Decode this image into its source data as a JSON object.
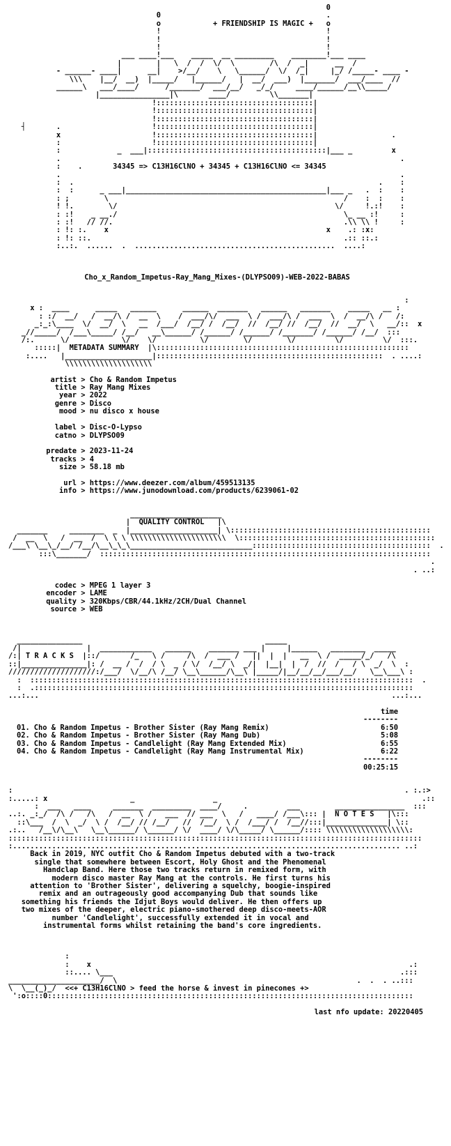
{
  "header": {
    "art": "                                                                         0\n                                  0                                      .\n                                  o            + FRIENDSHIP IS MAGIC +   o\n                                  !                                      !\n                                  !                                      !\n                                  !                                      !\n                          ___ ____!___    _____  __ _________    ________!___ ____\n                         |        |   \\  /  /  \\/  \\        /\\  /  _|      __  /\n           - ______- ____|      __|    >/__/    \\   \\______/  \\/  /_|     |_/ /_____- ____ -\n              \\\\\\    |__/  __)  |_____/   |______/   |  __/  ___)  |_______/  ___/____  //\n           ______\\   ___/____/      /_______/  ___/__/   _/_/     ____/______/__\\\\_____/\n                    |________________|\\       ____/         \\\\_______|\n                                 !::::::::::::::::::::::::::::::::::::|\n                                 !::::::::::::::::::::::::::::::::::::|\n                                 !::::::::::::::::::::::::::::::::::::|\n   ┤       .                     !::::::::::::::::::::::::::::::::::::|\n           x                     !::::::::::::::::::::::::::::::::::::|                 .\n           :                     !::::::::::::::::::::::::::::::::::::|\n           :             _  ___|:::::::::::::::::::::::::::::::::::::::::|___ _         x\n           .                                                                              .\n           :    .       34345 => C13H16ClNO + 34345 + C13H16ClNO <= 34345\n           .                                                                              .\n           :  .                                                                      .    :\n           :  :      _ ___|______________________________________________|___ _   .  :    :\n           : ;        \\                                                      /    :  :    :\n           ! !.        \\/                                                  \\/     !.:!    :\n           : :!    _ __./                                                    \\_ __ :!     :\n           : :!   // //.                                                     .\\\\ \\\\ !     :\n           : !: :.    x                                                  x    .: :x:\n           : !: ::.                                                          .:: ::.:\n           :..:.  ......  .  ..............................................  ....:\n",
    "release_name": "Cho_x_Random_Impetus-Ray_Mang_Mixes-(DLYPSO09)-WEB-2022-BABAS"
  },
  "metadata": {
    "art": "                                                                                           :\n     x :  ____      _____   ______      ______  _______   ______   _______    _____   __ :\n       : :/  __/   /  __/\\ /  __  \\    /  ___/\\/  ___  \\ /  ___/\\ /  ___  \\  /  __/\\ /   /:\n      _:_:\\____  \\/  __/  \\   __  /___/  /__/ /  /__/  //  /__/ //  /__/  //  __/  \\   __/::  x\n   _//_____/  /___\\_____/ /__/   __\\______/ /______/ /______/ /_______/ /______/ /__/  :::\n   /:.      \\/            \\/    \\/          \\/        \\/        \\/         \\/         \\/  :::.\n      :::::|  METADATA SUMMARY  |\\::::::::::::::::::::::::::::::::::::::::::::::::::::::::::\n    :....   |____________________|::::::::::::::::::::::::::::::::::::::::::::::::::::  . ....:\n             \\\\\\\\\\\\\\\\\\\\\\\\\\\\\\\\\\\\\\\\\n",
    "section_title": "METADATA SUMMARY",
    "fields": [
      {
        "key": "artist",
        "value": "Cho & Random Impetus"
      },
      {
        "key": "title",
        "value": "Ray Mang Mixes"
      },
      {
        "key": "year",
        "value": "2022"
      },
      {
        "key": "genre",
        "value": "Disco"
      },
      {
        "key": "mood",
        "value": "nu disco x house"
      },
      {
        "key": "",
        "value": ""
      },
      {
        "key": "label",
        "value": "Disc-O-Lypso"
      },
      {
        "key": "catno",
        "value": "DLYPSO09"
      },
      {
        "key": "",
        "value": ""
      },
      {
        "key": "predate",
        "value": "2023-11-24"
      },
      {
        "key": "tracks",
        "value": "4"
      },
      {
        "key": "size",
        "value": "58.18 mb"
      },
      {
        "key": "",
        "value": ""
      },
      {
        "key": "url",
        "value": "https://www.deezer.com/album/459513135"
      },
      {
        "key": "info",
        "value": "https://www.junodownload.com/products/6239061-02"
      }
    ]
  },
  "quality": {
    "art": "                            _____________________\n                           |  QUALITY CONTROL   |\\\n  _______     ________  _  |____________________| \\::::::::::::::::::::::::::::::::::::::::::::::\n /  __  \\   /  __  /  \\ \\ \\ \\\\\\\\\\\\\\\\\\\\\\\\\\\\\\\\\\\\\\\\\\\\  \\:::::::::::::::::::::::::::::::::::::::::::::\n/___\\ \\__\\_/__/ /__/\\__\\_\\_\\____________________________:::::::::::::::::::::::::::::::::::::::::  .\n       :::\\_______/  ::::::::::::::::::::::::::::::::::::::::::::::::::::::::::::::::::::::::::::\n                                                                                                 .\n                                                                                             . ..:\n",
    "section_title": "QUALITY CONTROL",
    "fields": [
      {
        "key": "codec",
        "value": "MPEG 1 layer 3"
      },
      {
        "key": "encoder",
        "value": "LAME"
      },
      {
        "key": "quality",
        "value": "320Kbps/CBR/44.1kHz/2CH/Dual Channel"
      },
      {
        "key": "source",
        "value": "WEB"
      }
    ]
  },
  "tracks": {
    "art": "  _______________                                          _____\n /|               |  ____________   ______    _______ ___ |     |______   ________  _____\n/:| T R A C K S  |::/       /_   \\ /     /\\  /  ___ /   ||  |  |   __  \\ /  _____/_/   /\\\n::|_______________|: /  __ /  /  / \\  _ / \\/  /__/ \\  _/|  |__|  |  /  //  /   / \\  _/  \\  :\n////////////////////:/___/  \\/__/\\ /__/ \\__\\______/\\__\\ |_____/|__/__/__/___/__/   \\__\\___\\ :\n  :  ::::::::::::::::::::::::::::::::::::::::::::::::::::::::::::::::::::::::::::::::::::::::  .\n  :  .:::::::::::::::::::::::::::::::::::::::::::::::::::::::::::::::::::::::::::::::::::::::\n...:...                                                                                 ...:...\n",
    "time_header": "time",
    "time_rule": "--------",
    "items": [
      {
        "num": "01.",
        "name": "Cho & Random Impetus - Brother Sister (Ray Mang Remix)",
        "time": "6:50"
      },
      {
        "num": "02.",
        "name": "Cho & Random Impetus - Brother Sister (Ray Mang Dub)",
        "time": "5:08"
      },
      {
        "num": "03.",
        "name": "Cho & Random Impetus - Candlelight (Ray Mang Extended Mix)",
        "time": "6:55"
      },
      {
        "num": "04.",
        "name": "Cho & Random Impetus - Candlelight (Ray Mang Instrumental Mix)",
        "time": "6:22"
      }
    ],
    "total_rule": "--------",
    "total": "00:25:15"
  },
  "notes": {
    "art": ":                                                                                          . :.:>\n:.....: x                   _                  _                                               .::\n      :  ___   ____     _______  _________  ____/     .         ___        ________________  :::\n..:. _:_/  /\\ /   /\\   /  __  \\ /   ___  // ___  \\   /   ____/ /___\\::: |  N O T E S   |\\:::\n  ::\\___  /  \\  _/  \\ /  /__/ // /__/   //  /__/  \\ /  /___/ /  /__//:::|______________| \\::\n.:..   /__\\/\\__\\   \\__\\______/ \\______/ \\/  ____/ \\/\\_____/ \\______/:::: \\\\\\\\\\\\\\\\\\\\\\\\\\\\\\\\\\\\\\:\n:::::::::::::::::::::::::::::::::::::::::::::::::::::::::::::::::::::::::::::::::::::::::::::::\n:......................................................................................... ..:\n",
    "section_title": "N O T E S",
    "text_lines": [
      "     Back in 2019, NYC outfit Cho & Random Impetus debuted with a two-track",
      "      single that somewhere between Escort, Holy Ghost and the Phenomenal",
      "        Handclap Band. Here those two tracks return in remixed form, with",
      "          modern disco master Ray Mang at the controls. He first turns his",
      "     attention to 'Brother Sister', delivering a squelchy, boogie-inspired",
      "       remix and an outrageously good accompanying Dub that sounds like",
      "   something his friends the Idjut Boys would deliver. He then offers up",
      "   two mixes of the deeper, electric piano-smothered deep disco-meets-AOR",
      "          number 'Candlelight', successfully extended it in vocal and",
      "        instrumental forms whilst retaining the band's core ingredients."
    ]
  },
  "footer": {
    "art_top": "             :\n             :    x                                                                         .:\n             ::.... \\___                                                                  .:::\n_____________________/  \\                                                       .  .  . ..:::\n",
    "tagline": "<<+ C13H16ClNO > feed the horse & invest in pinecones +>",
    "last_update_label": "last nfo update:",
    "last_update_value": "20220405"
  }
}
